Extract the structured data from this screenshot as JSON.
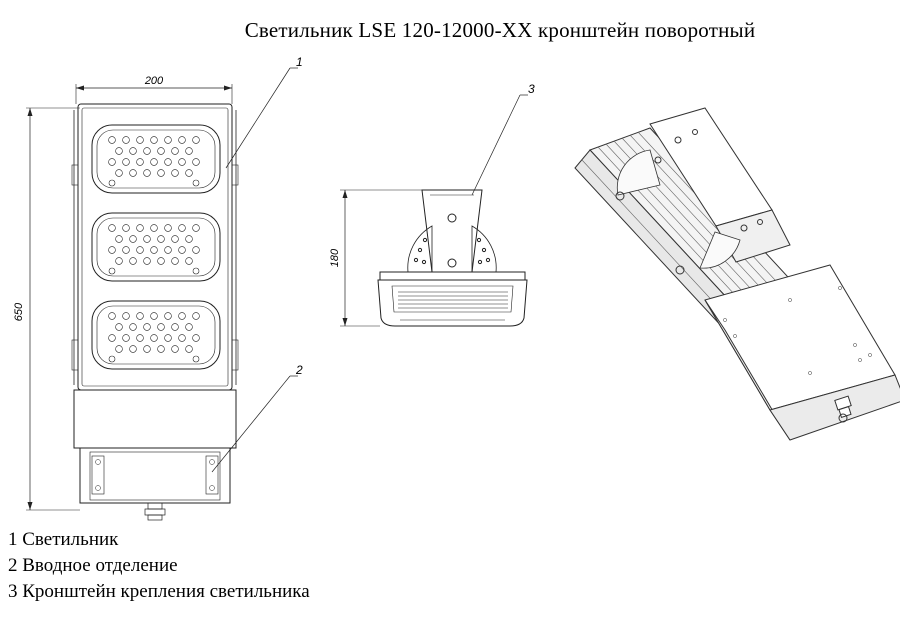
{
  "title": "Светильник LSE 120-12000-XX  кронштейн поворотный",
  "dimensions": {
    "width": "200",
    "height": "650",
    "bracket_height": "180"
  },
  "callouts": [
    "1",
    "2",
    "3"
  ],
  "legend": [
    "1 Светильник",
    "2 Вводное отделение",
    "3 Кронштейн крепления светильника"
  ]
}
